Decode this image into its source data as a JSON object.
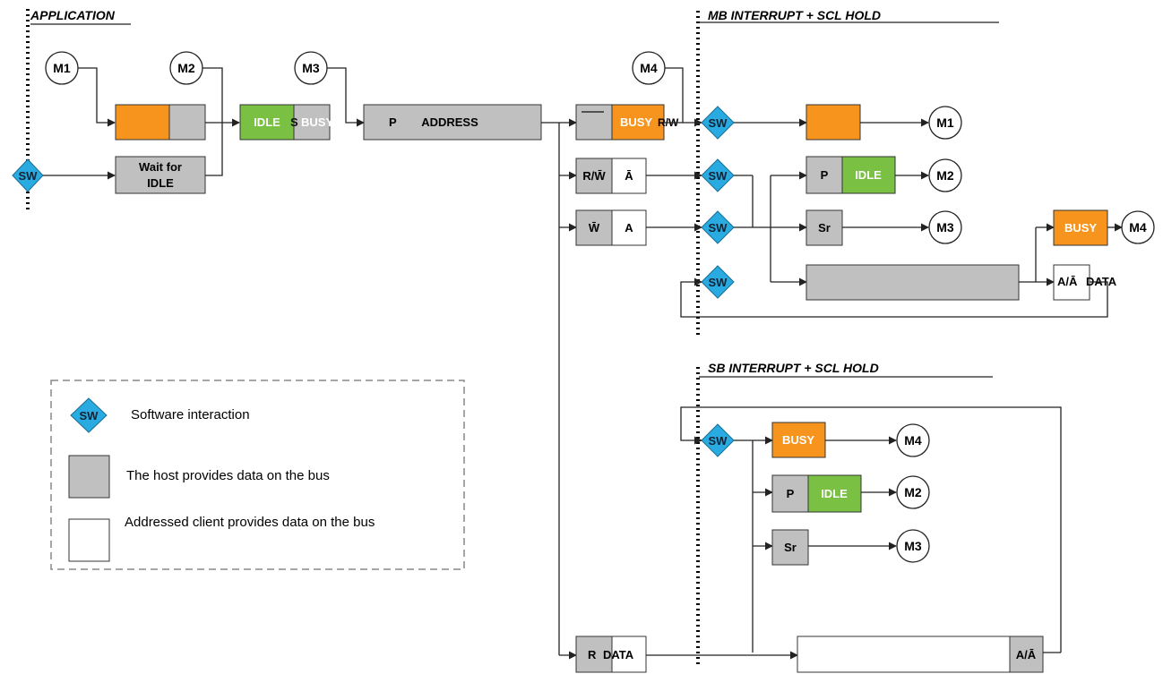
{
  "sections": {
    "application": "APPLICATION",
    "mb_interrupt": "MB INTERRUPT + SCL HOLD",
    "sb_interrupt": "SB INTERRUPT + SCL HOLD"
  },
  "circles": {
    "m1": "M1",
    "m2": "M2",
    "m3": "M3",
    "m4": "M4"
  },
  "sw": "SW",
  "boxes": {
    "wait_idle_line1": "Wait for",
    "wait_idle_line2": "IDLE",
    "idle": "IDLE",
    "s": "S",
    "busy": "BUSY",
    "p": "P",
    "address": "ADDRESS",
    "rw": "R/W",
    "r_wbar": "R/W̄",
    "abar": "Ā",
    "wbar": "W̄",
    "a": "A",
    "sr": "Sr",
    "a_abar": "A/Ā",
    "data": "DATA",
    "r": "R",
    "data_rd": "DATA"
  },
  "legend": {
    "sw_label": "Software interaction",
    "host_label": "The host provides data on the bus",
    "client_label": "Addressed client provides data on the bus"
  },
  "colors": {
    "orange": "#f7941d",
    "green": "#7ac143",
    "gray": "#c0c0c0",
    "sw_blue": "#29abe2",
    "legend_border": "#888888"
  }
}
